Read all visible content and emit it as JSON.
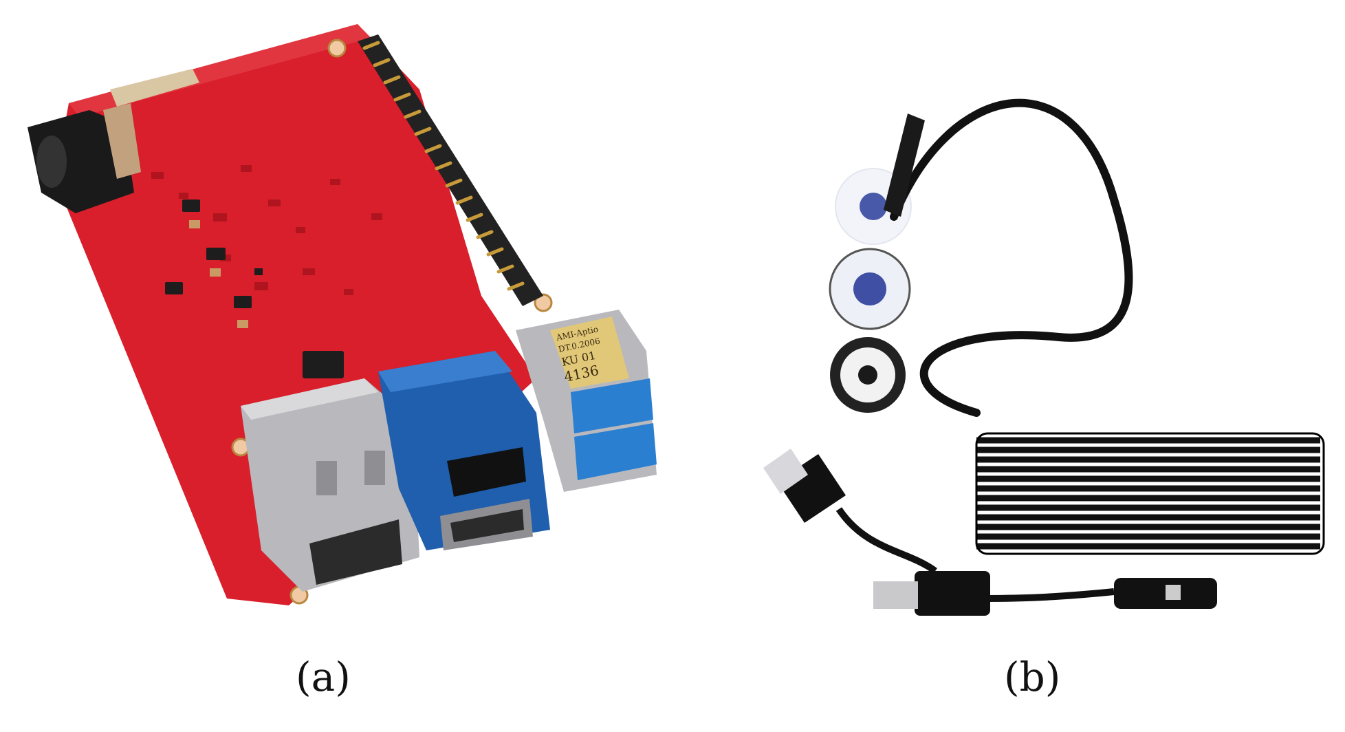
{
  "figure": {
    "panels": [
      {
        "id": "a",
        "caption": "(a)",
        "subject": "single-board-computer"
      },
      {
        "id": "b",
        "caption": "(b)",
        "subject": "usb-endoscope-camera"
      }
    ],
    "board_markings": {
      "chip_label_lines": [
        "AMI-Aptio",
        "DT.0.2006",
        "KU 01",
        "4136"
      ]
    },
    "colors": {
      "pcb_red": "#d81f2b",
      "usb_blue": "#1f5fae",
      "usb3_blue": "#2a7fd1",
      "metal": "#b9b9bd",
      "cable_black": "#111111",
      "lens_blue": "#2b3d9a"
    }
  }
}
